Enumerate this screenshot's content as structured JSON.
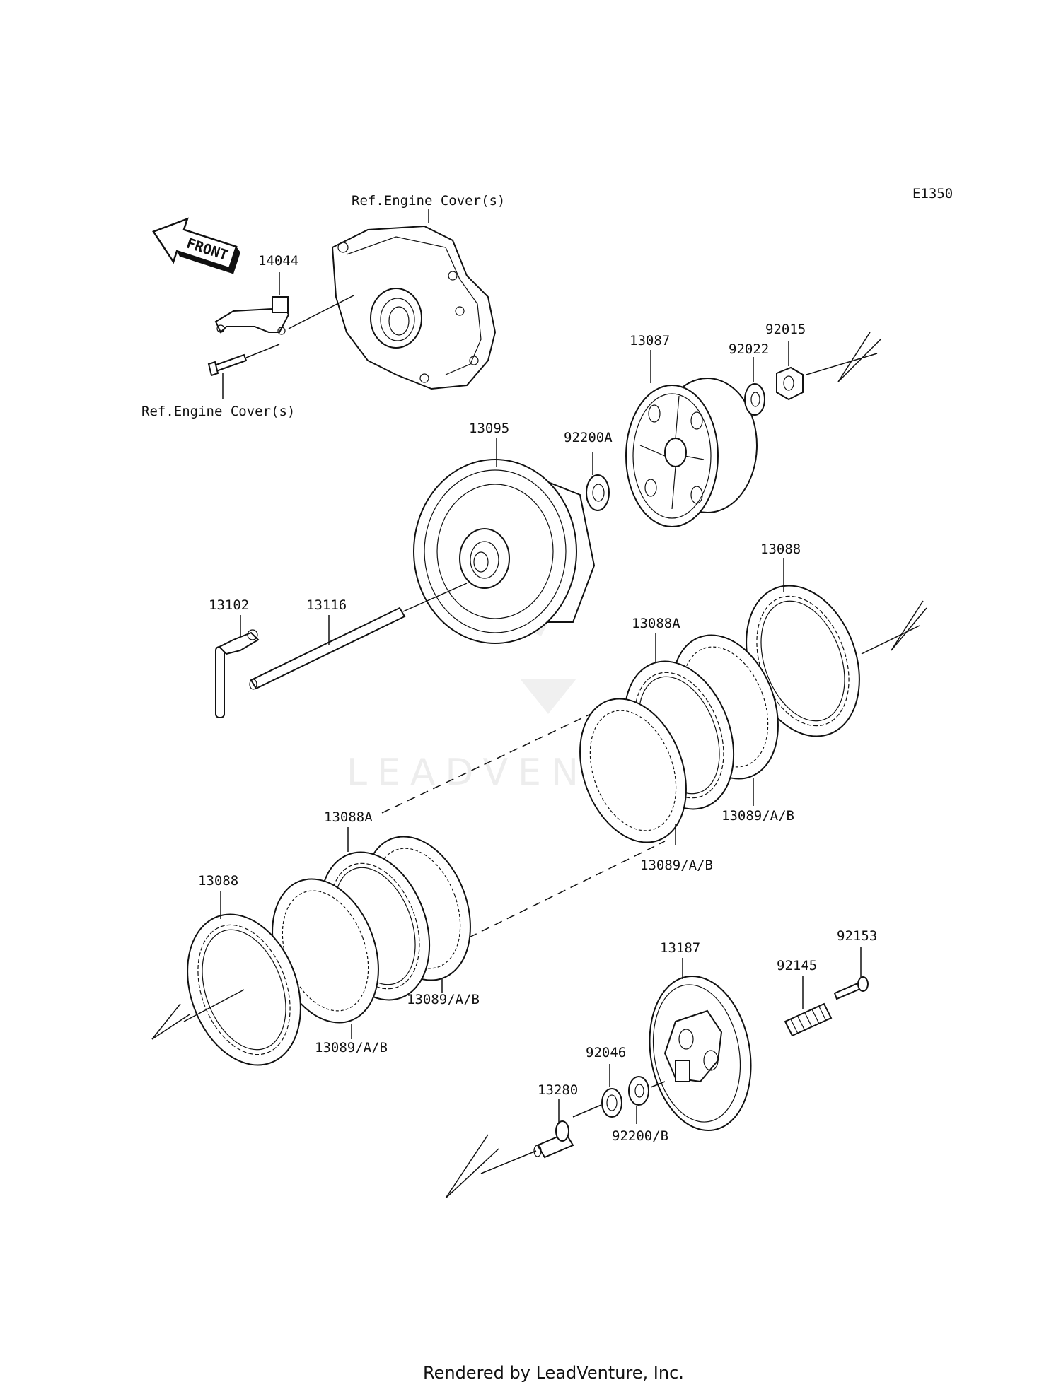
{
  "diagram_code": "E1350",
  "front_arrow": "FRONT",
  "watermark": "LEADVENTURE",
  "footer": "Rendered by LeadVenture, Inc.",
  "labels": {
    "ref_engine_cover_top": "Ref.Engine Cover(s)",
    "ref_engine_cover_bottom": "Ref.Engine Cover(s)",
    "p14044": "14044",
    "p13087": "13087",
    "p92022": "92022",
    "p92015": "92015",
    "p13095": "13095",
    "p92200A": "92200A",
    "p13088_right": "13088",
    "p13102": "13102",
    "p13116": "13116",
    "p13088A_right": "13088A",
    "p13089_right_a": "13089/A/B",
    "p13089_right_b": "13089/A/B",
    "p13088A_left": "13088A",
    "p13088_left": "13088",
    "p13089_left_a": "13089/A/B",
    "p13089_left_b": "13089/A/B",
    "p13187": "13187",
    "p92145": "92145",
    "p92153": "92153",
    "p92046": "92046",
    "p13280": "13280",
    "p92200B": "92200/B"
  }
}
